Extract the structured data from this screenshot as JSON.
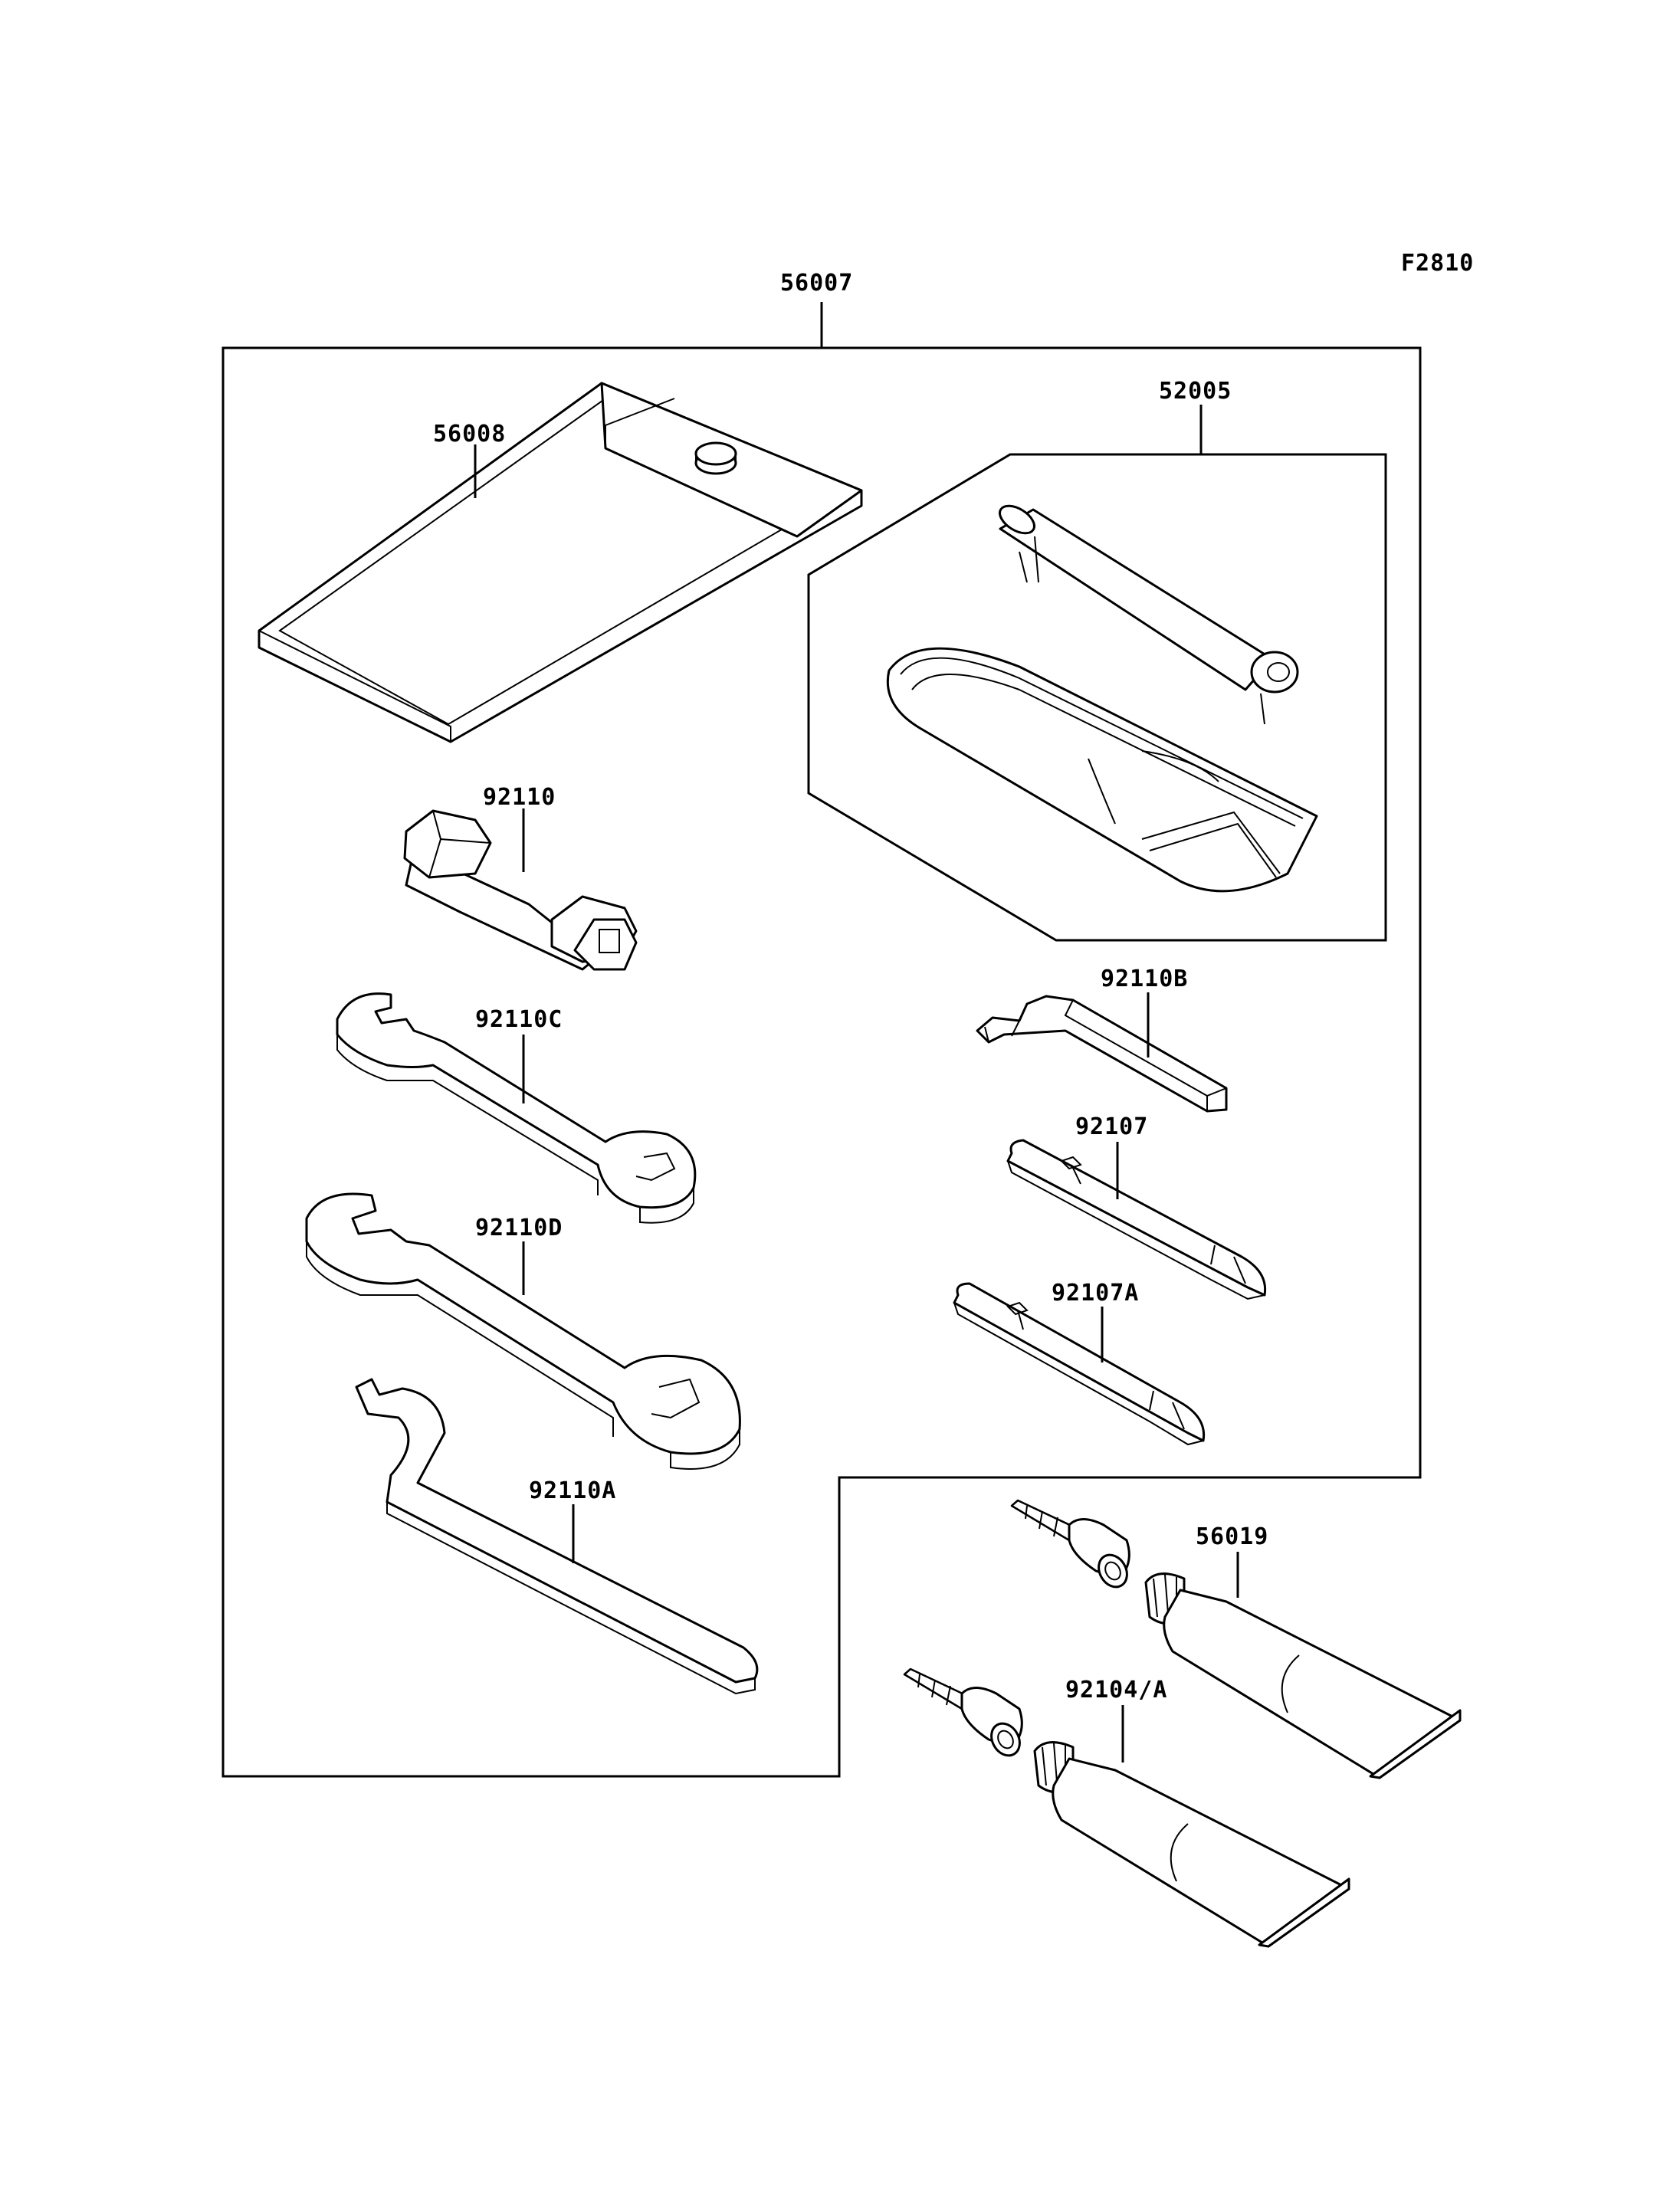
{
  "figure_code": "F2810",
  "labels": {
    "kit": "56007",
    "tool_bag": "56008",
    "tire_repair_kit": "52005",
    "plug_wrench": "92110",
    "hex_key": "92110B",
    "wrench_small": "92110C",
    "screwdriver": "92107",
    "wrench_large": "92110D",
    "screwdriver_small": "92107A",
    "hook_spanner": "92110A",
    "tube_a": "56019",
    "tube_b": "92104/A"
  }
}
